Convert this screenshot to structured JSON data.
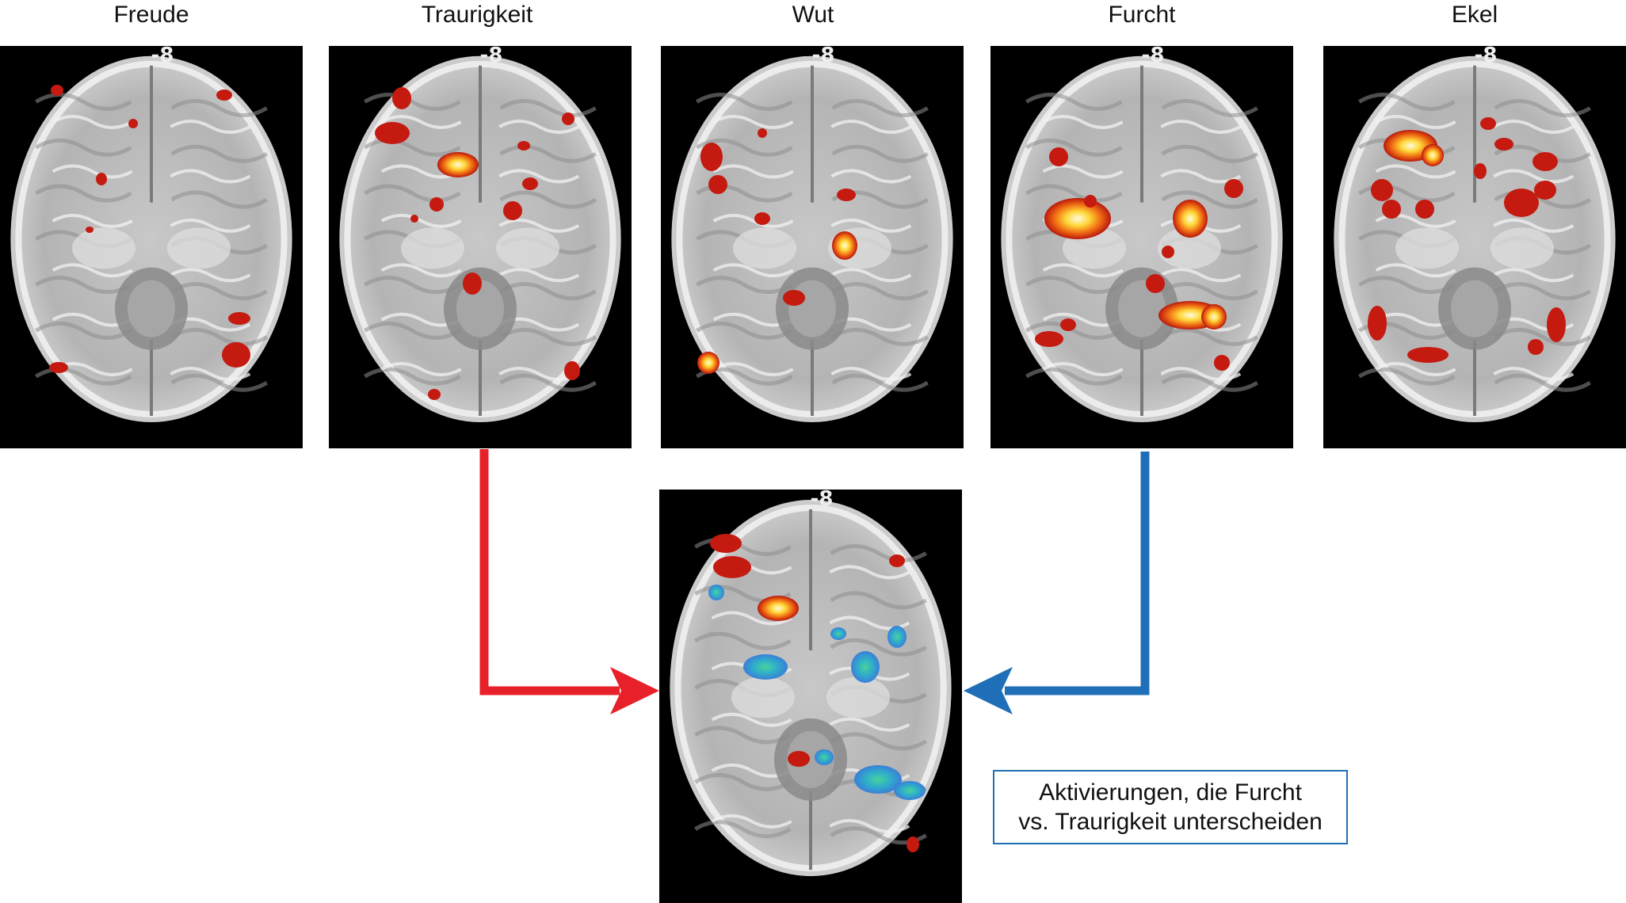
{
  "emotions": [
    {
      "id": "joy",
      "label": "Freude"
    },
    {
      "id": "sadness",
      "label": "Traurigkeit"
    },
    {
      "id": "anger",
      "label": "Wut"
    },
    {
      "id": "fear",
      "label": "Furcht"
    },
    {
      "id": "disgust",
      "label": "Ekel"
    }
  ],
  "slice_label": "-8",
  "caption": {
    "line1": "Aktivierungen, die Furcht",
    "line2": "vs. Traurigkeit unterscheiden"
  },
  "colors": {
    "sadness_arrow": "#e8202a",
    "fear_arrow": "#1f6fb8",
    "caption_border": "#1f6fb8",
    "activation_hot": "#ffd83a",
    "activation_red": "#c41a10",
    "activation_blue": "#3a7fd8",
    "panel_background": "#000000"
  }
}
